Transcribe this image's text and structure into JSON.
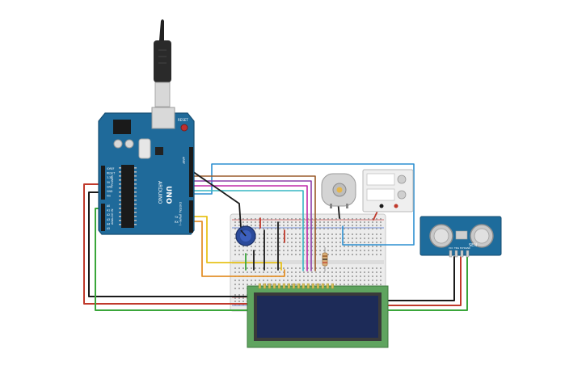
{
  "board": {
    "brand_label": "ARDUINO",
    "model_label": "UNO",
    "reset_label": "RESET",
    "aref_label": "AREF",
    "gnd_label": "GND",
    "power_label": "POWER",
    "analog_in_label": "ANALOG IN",
    "digital_label": "DIGITAL (PWM~)",
    "tx_label": "TX",
    "rx_label": "RX",
    "power_pins": [
      "IOREF",
      "RESET",
      "3.3V",
      "5V",
      "GND",
      "GND",
      "Vin"
    ],
    "analog_pins": [
      "A0",
      "A1",
      "A2",
      "A3",
      "A4",
      "A5"
    ]
  },
  "sensor": {
    "brand_label": "SEN",
    "pin_labels": [
      "VCC",
      "TRIG",
      "ECHO",
      "GND"
    ]
  },
  "colors": {
    "board": "#1f6a9a",
    "board_dark": "#174f74",
    "breadboard": "#ececec",
    "lcd_pcb": "#5fa45f",
    "lcd_screen": "#1d2b58",
    "sensor_pcb": "#1e6c9c",
    "wire_black": "#1a1a1a",
    "wire_red": "#c0392b",
    "wire_green": "#3aa63a",
    "wire_orange": "#e3912b",
    "wire_yellow": "#e8c21b",
    "wire_blue": "#2d8fd0",
    "wire_cyan": "#37b5c4",
    "wire_brown": "#9a5a2a",
    "wire_purple": "#8e3fa8",
    "wire_magenta": "#c02aa8"
  }
}
